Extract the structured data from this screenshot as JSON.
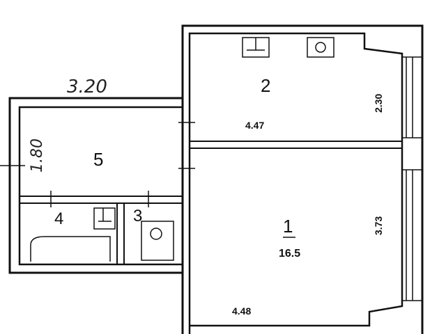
{
  "rooms": [
    {
      "id": "1",
      "number": "1",
      "area": "16.5",
      "width": "4.48",
      "depth": "3.73"
    },
    {
      "id": "2",
      "number": "2",
      "width": "4.47",
      "depth": "2.30"
    },
    {
      "id": "3",
      "number": "3"
    },
    {
      "id": "4",
      "number": "4"
    },
    {
      "id": "5",
      "number": "5",
      "width": "3.20",
      "depth": "1.80"
    }
  ],
  "colors": {
    "wall": "#111111",
    "background": "#ffffff"
  }
}
